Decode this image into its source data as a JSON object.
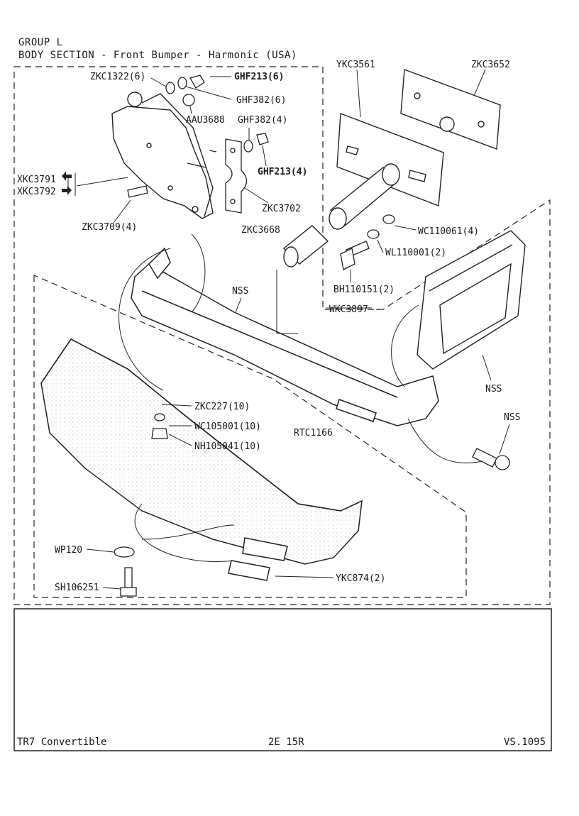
{
  "header": {
    "group": "GROUP L",
    "section": "BODY SECTION - Front Bumper - Harmonic (USA)"
  },
  "parts": {
    "zkc1322": "ZKC1322(6)",
    "ghf213_6": "GHF213(6)",
    "ghf382_6": "GHF382(6)",
    "aau3688": "AAU3688",
    "ghf382_4": "GHF382(4)",
    "ghf213_4": "GHF213(4)",
    "xkc3791": "XKC3791",
    "xkc3792": "XKC3792",
    "zkc3702": "ZKC3702",
    "zkc3709": "ZKC3709(4)",
    "ykc3561": "YKC3561",
    "zkc3652": "ZKC3652",
    "zkc3668": "ZKC3668",
    "wc110061": "WC110061(4)",
    "wl110001": "WL110001(2)",
    "bh110151": "BH110151(2)",
    "wkc3897": "WKC3897",
    "nss_top": "NSS",
    "nss_right": "NSS",
    "nss_bolt": "NSS",
    "zkc227": "ZKC227(10)",
    "wc105001": "WC105001(10)",
    "nh105041": "NH105041(10)",
    "rtc1166": "RTC1166",
    "wp120": "WP120",
    "sh106251": "SH106251",
    "ykc874": "YKC874(2)"
  },
  "footer": {
    "model": "TR7 Convertible",
    "code": "2E 15R",
    "ref": "VS.1095"
  }
}
